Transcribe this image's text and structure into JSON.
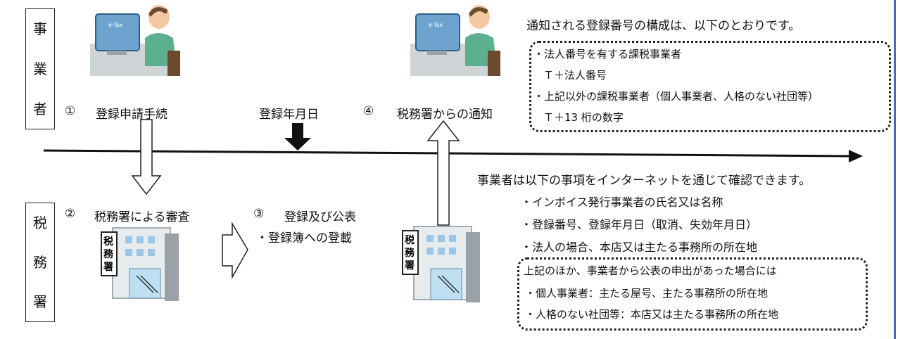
{
  "actors": {
    "business": [
      "事",
      "業",
      "者"
    ],
    "tax_office": [
      "税",
      "務",
      "署"
    ]
  },
  "steps": {
    "step1": {
      "num": "①",
      "label": "登録申請手続"
    },
    "registration_date": "登録年月日",
    "step4": {
      "num": "④",
      "label": "税務署からの通知"
    },
    "step2": {
      "num": "②",
      "label": "税務署による審査"
    },
    "step3": {
      "num": "③",
      "label": "登録及び公表",
      "sub": "・登録簿への登載"
    }
  },
  "screen_text": "e-Tax",
  "building_sign": "税務署",
  "notice": {
    "heading": "通知される登録番号の構成は、以下のとおりです。",
    "lines": [
      "・法人番号を有する課税事業者",
      "Ｔ＋法人番号",
      "・上記以外の課税事業者（個人事業者、人格のない社団等）",
      "Ｔ＋13 桁の数字"
    ]
  },
  "publication": {
    "heading": "事業者は以下の事項をインターネットを通じて確認できます。",
    "items": [
      "・インボイス発行事業者の氏名又は名称",
      "・登録番号、登録年月日（取消、失効年月日）",
      "・法人の場合、本店又は主たる事務所の所在地"
    ],
    "extra": [
      "上記のほか、事業者から公表の申出があった場合には",
      "・個人事業者：主たる屋号、主たる事務所の所在地",
      "・人格のない社団等：本店又は主たる事務所の所在地"
    ]
  }
}
